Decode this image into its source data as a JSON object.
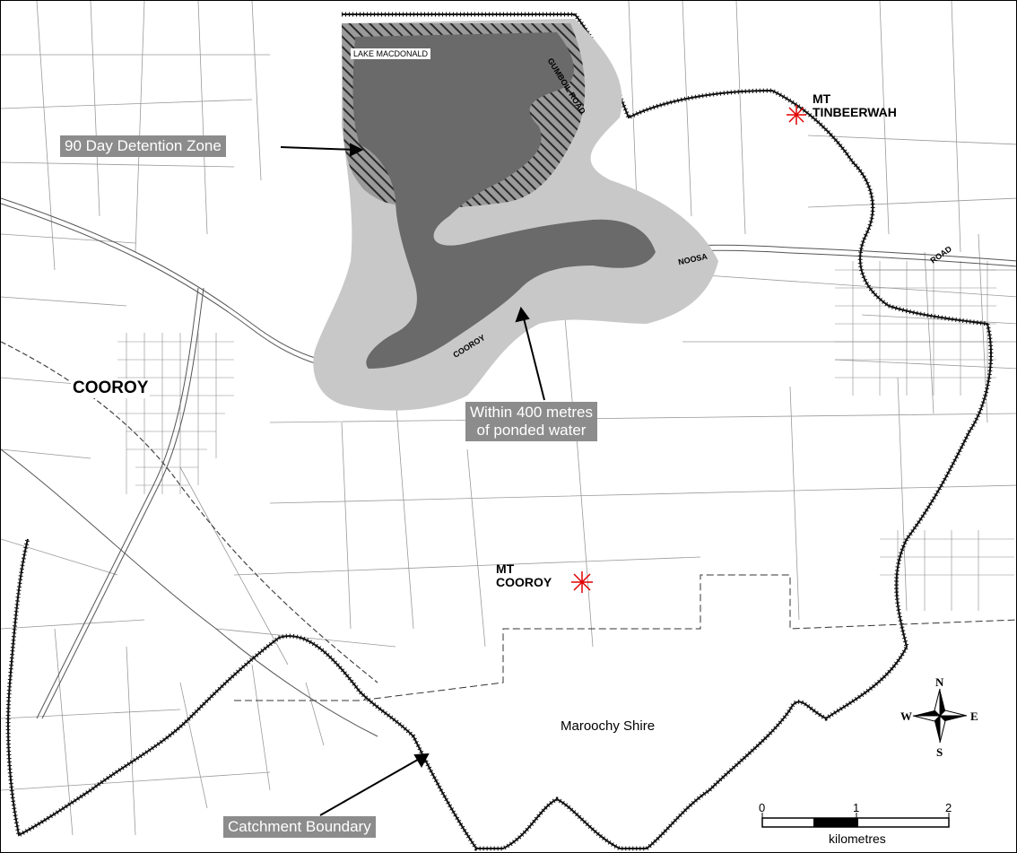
{
  "labels": {
    "lake": "LAKE MACDONALD",
    "gumboil_road": "GUMBOIL ROAD",
    "noosa": "NOOSA",
    "road": "ROAD",
    "cooroy_road": "COOROY",
    "cooroy_town": "COOROY",
    "shire": "Maroochy Shire"
  },
  "peaks": {
    "tinbeerwah": {
      "line1": "MT",
      "line2": "TINBEERWAH"
    },
    "cooroy": {
      "line1": "MT",
      "line2": "COOROY"
    }
  },
  "callouts": {
    "detention": "90 Day Detention Zone",
    "within_line1": "Within 400 metres",
    "within_line2": "of ponded water",
    "catchment": "Catchment Boundary"
  },
  "compass": {
    "n": "N",
    "s": "S",
    "e": "E",
    "w": "W"
  },
  "scale_bar": {
    "ticks": [
      "0",
      "1",
      "2"
    ],
    "unit": "kilometres"
  },
  "colors": {
    "buffer_zone": "#c8c8c8",
    "ponded_water": "#6a6a6a",
    "callout_bg": "#8c8c8c",
    "peak_marker": "#e00000"
  }
}
